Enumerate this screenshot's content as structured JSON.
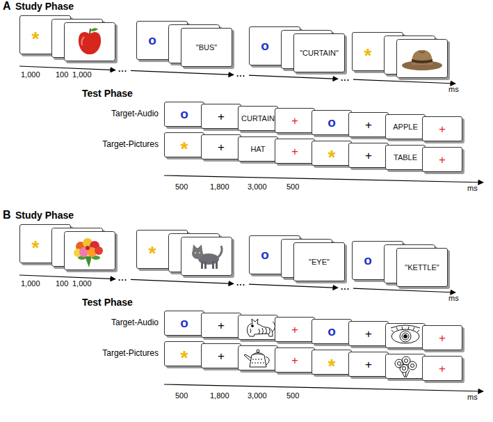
{
  "diagram": {
    "nodes": [
      {
        "text": [
          "*"
        ]
      },
      {
        "text": [
          "o"
        ]
      },
      {
        "text": [
          "\"BUS\""
        ]
      },
      {
        "text": [
          "o"
        ]
      },
      {
        "text": [
          "\"CURTAIN\""
        ]
      },
      {
        "text": [
          "*"
        ]
      },
      {
        "text": [
          "o"
        ]
      },
      {
        "text": [
          "+"
        ]
      },
      {
        "text": [
          "CURTAIN"
        ]
      },
      {
        "text": [
          "+"
        ]
      },
      {
        "text": [
          "o"
        ]
      },
      {
        "text": [
          "+"
        ]
      },
      {
        "text": [
          "APPLE"
        ]
      },
      {
        "text": [
          "+"
        ]
      },
      {
        "text": [
          "*"
        ]
      },
      {
        "text": [
          "+"
        ]
      },
      {
        "text": [
          "HAT"
        ]
      },
      {
        "text": [
          "+"
        ]
      },
      {
        "text": [
          "*"
        ]
      },
      {
        "text": [
          "+"
        ]
      },
      {
        "text": [
          "TABLE"
        ]
      },
      {
        "text": [
          "+"
        ]
      },
      {
        "text": [
          "*"
        ]
      },
      {
        "text": [
          "*"
        ]
      },
      {
        "text": [
          "o"
        ]
      },
      {
        "text": [
          "\"EYE\""
        ]
      },
      {
        "text": [
          "o"
        ]
      },
      {
        "text": [
          "\"KETTLE\""
        ]
      },
      {
        "text": [
          "o"
        ]
      },
      {
        "text": [
          "+"
        ]
      },
      {
        "text": [
          "+"
        ]
      },
      {
        "text": [
          "o"
        ]
      },
      {
        "text": [
          "+"
        ]
      },
      {
        "text": [
          "+"
        ]
      },
      {
        "text": [
          "*"
        ]
      },
      {
        "text": [
          "+"
        ]
      },
      {
        "text": [
          "+"
        ]
      },
      {
        "text": [
          "*"
        ]
      },
      {
        "text": [
          "+"
        ]
      },
      {
        "text": [
          "+"
        ]
      }
    ],
    "labels": [
      "A",
      "Study Phase",
      "1,000",
      "100",
      "1,000",
      "...",
      "...",
      "...",
      "ms",
      "Test Phase",
      "Target-Audio",
      "Target-Pictures",
      "500",
      "1,800",
      "3,000",
      "500",
      "ms",
      "B",
      "Study Phase",
      "1,000",
      "100",
      "1,000",
      "...",
      "...",
      "...",
      "ms",
      "Test Phase",
      "Target-Audio",
      "Target-Pictures",
      "500",
      "1,800",
      "3,000",
      "500",
      "ms"
    ]
  }
}
